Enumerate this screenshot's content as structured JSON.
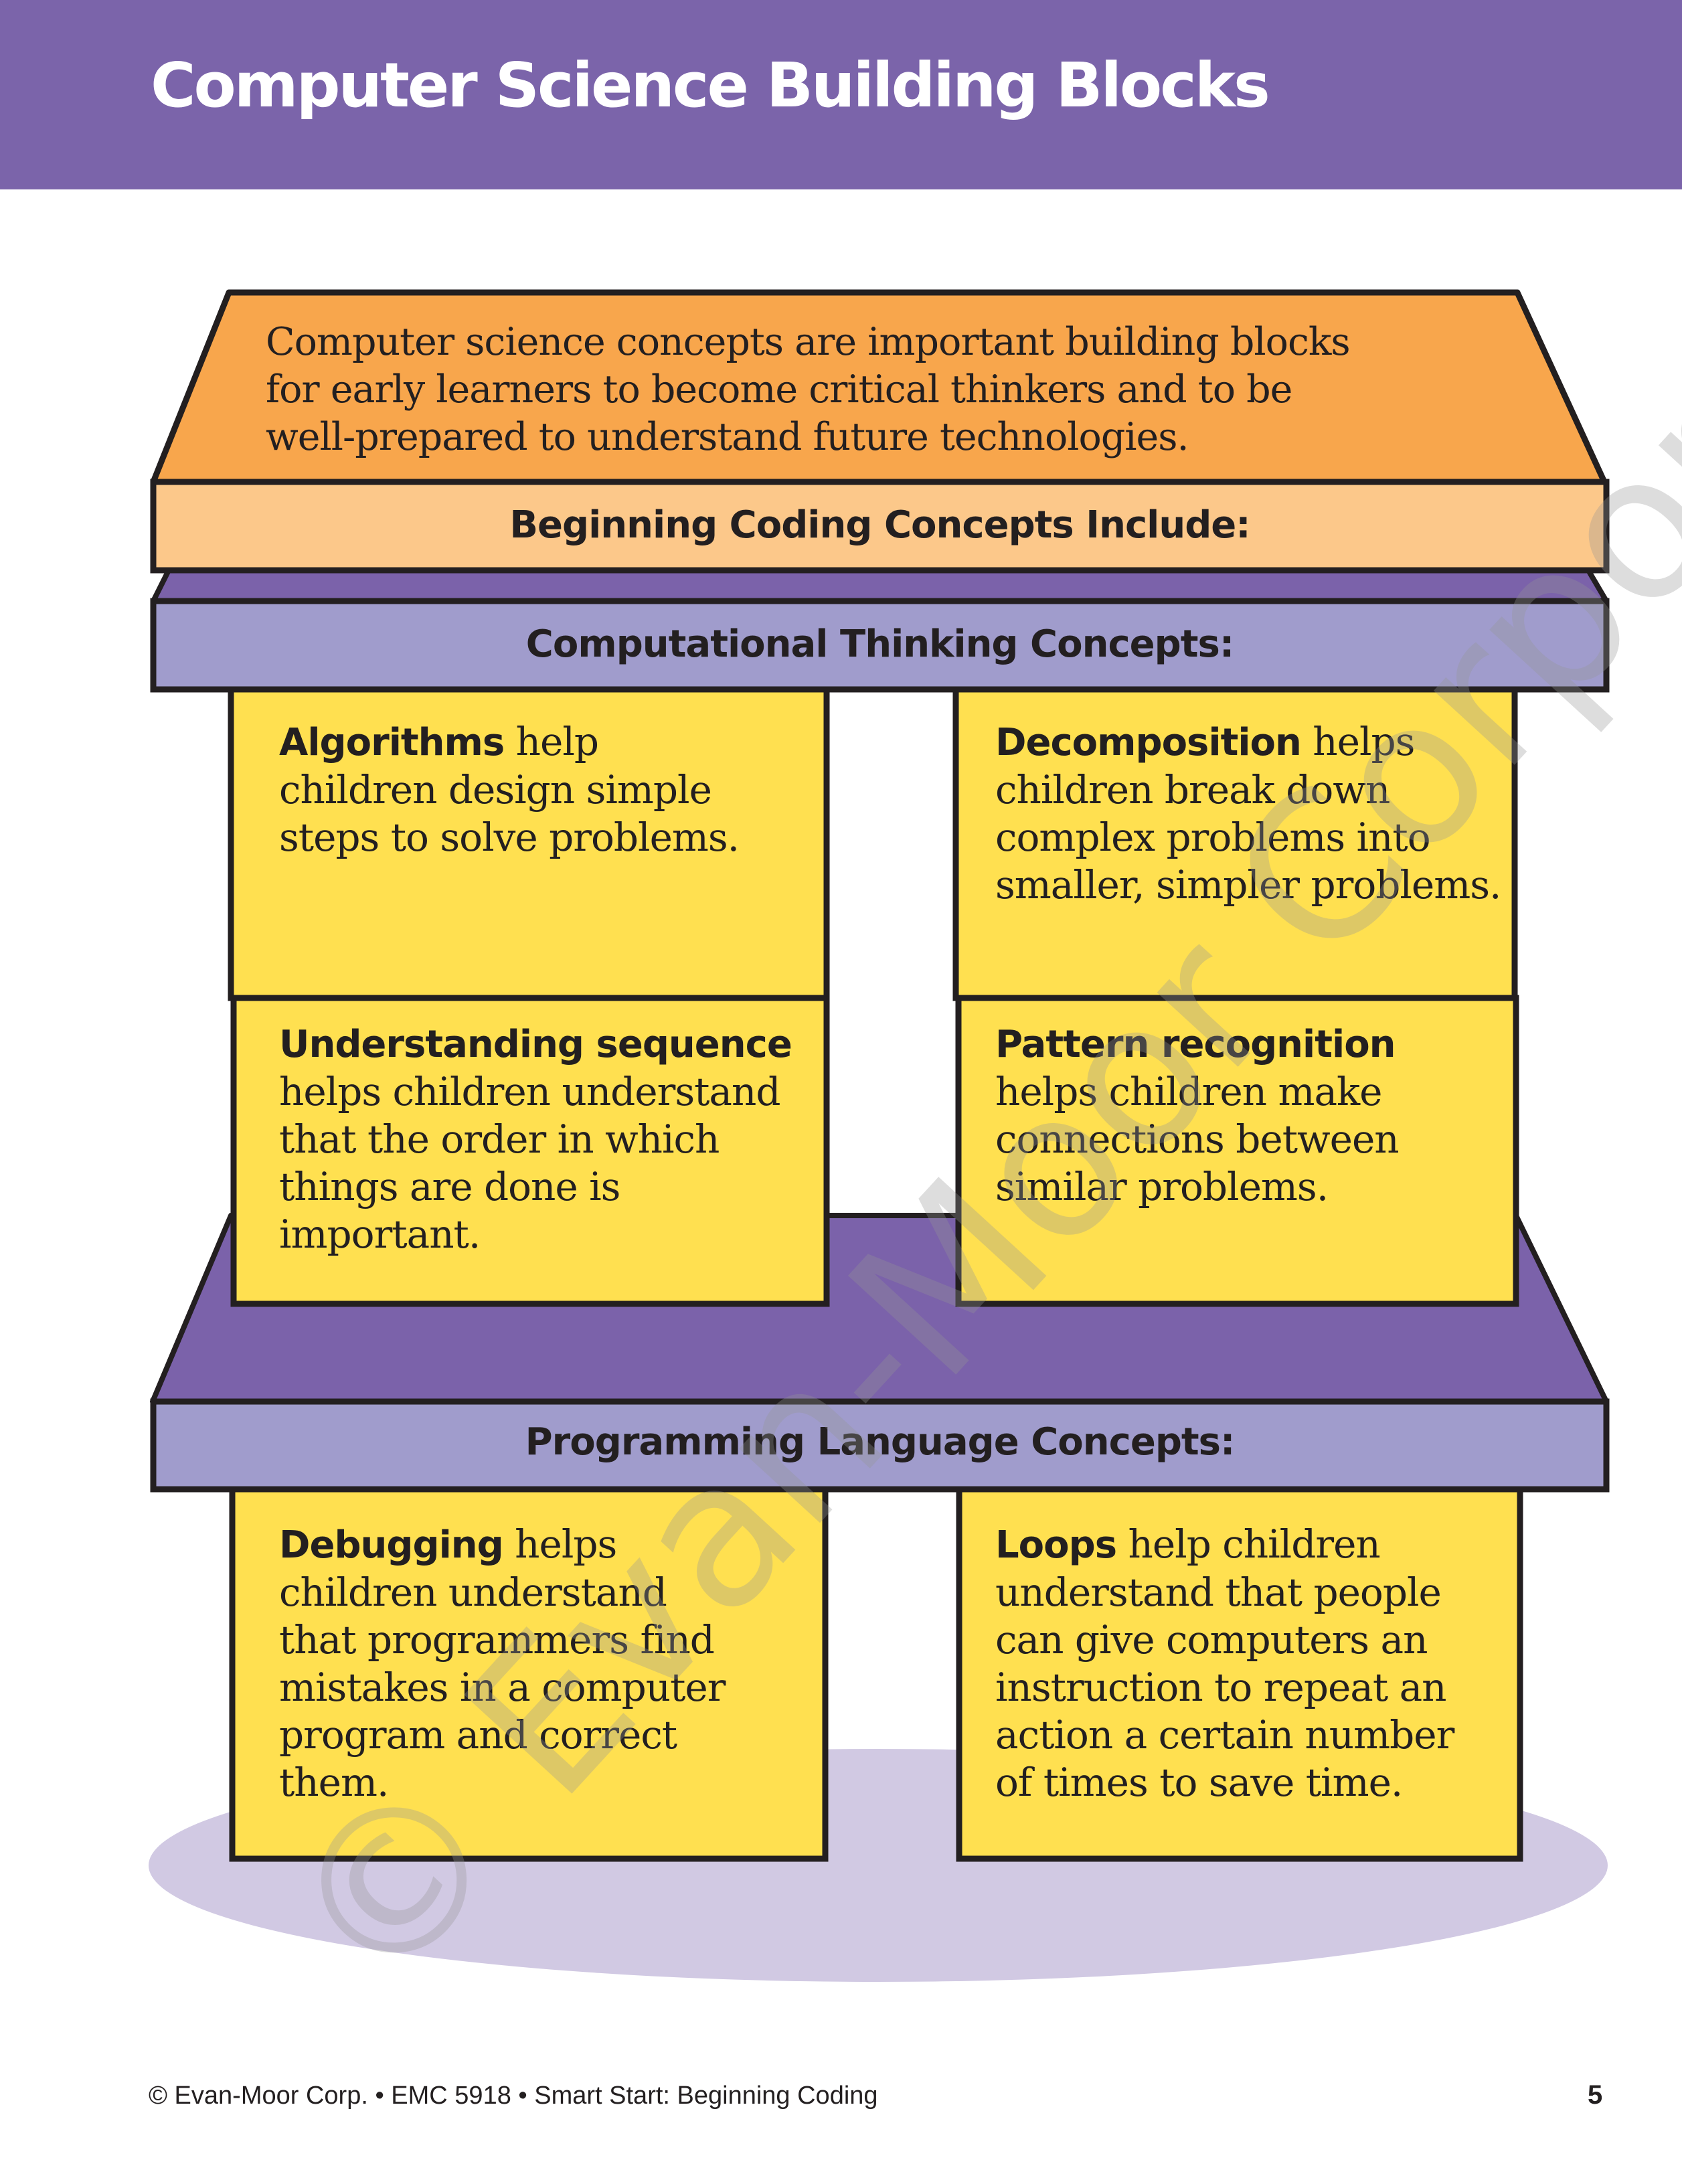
{
  "header": {
    "title": "Computer Science Building Blocks",
    "background_color": "#7b64aa"
  },
  "roof": {
    "intro_lines": [
      "Computer science concepts are important building blocks",
      "for early learners to become critical thinkers and to be",
      "well-prepared to understand future technologies."
    ],
    "color": "#f8a64c"
  },
  "bands": {
    "beginning": {
      "label": "Beginning Coding Concepts Include:",
      "color": "#fcc88a"
    },
    "computational": {
      "label": "Computational Thinking Concepts:",
      "color": "#a09ccc"
    },
    "programming": {
      "label": "Programming Language Concepts:",
      "color": "#a09ccc"
    }
  },
  "blocks": {
    "algorithms": {
      "term": "Algorithms",
      "lines": [
        " help",
        "children design simple",
        "steps to solve problems."
      ]
    },
    "decomposition": {
      "term": "Decomposition",
      "lines": [
        " helps",
        "children break down",
        "complex problems into",
        "smaller, simpler problems."
      ]
    },
    "sequence": {
      "term": "Understanding sequence",
      "lines": [
        "",
        "helps children understand",
        "that the order in which",
        "things are done is",
        "important."
      ]
    },
    "pattern": {
      "term": "Pattern recognition",
      "lines": [
        "",
        "helps children make",
        "connections between",
        "similar problems."
      ]
    },
    "debugging": {
      "term": "Debugging",
      "lines": [
        " helps",
        "children understand",
        "that programmers find",
        "mistakes in a computer",
        "program and correct",
        "them."
      ]
    },
    "loops": {
      "term": "Loops",
      "lines": [
        " help children",
        "understand that people",
        "can give computers an",
        "instruction to repeat an",
        "action a certain number",
        "of times to save time."
      ]
    }
  },
  "colors": {
    "block_yellow": "#ffe050",
    "slab_purple": "#7b62aa",
    "shadow_lavender": "#d1c9e3",
    "outline": "#231f20"
  },
  "watermark": "© Evan-Moor Corporation.",
  "footer": {
    "credit": "© Evan-Moor Corp. • EMC 5918 • Smart Start: Beginning Coding",
    "page_number": "5"
  }
}
